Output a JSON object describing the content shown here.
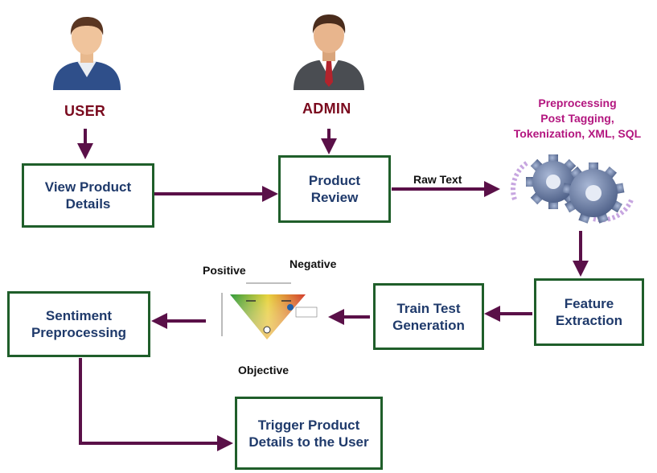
{
  "roles": {
    "user": "USER",
    "admin": "ADMIN"
  },
  "boxes": {
    "view_product_details": "View Product Details",
    "product_review": "Product Review",
    "feature_extraction": "Feature Extraction",
    "train_test_generation": "Train Test Generation",
    "sentiment_preprocessing": "Sentiment Preprocessing",
    "trigger_product_details": "Trigger Product Details to the User"
  },
  "edge_labels": {
    "raw_text": "Raw Text"
  },
  "preprocessing": {
    "line1": "Preprocessing",
    "line2": "Post Tagging,",
    "line3": "Tokenization, XML, SQL"
  },
  "polarity": {
    "positive": "Positive",
    "negative": "Negative",
    "objective": "Objective"
  },
  "colors": {
    "box_border": "#1f5e2a",
    "box_text": "#1f3a6b",
    "arrow": "#5a1048",
    "role_text": "#7a0a1e",
    "preprocessing_text": "#b3167f"
  }
}
